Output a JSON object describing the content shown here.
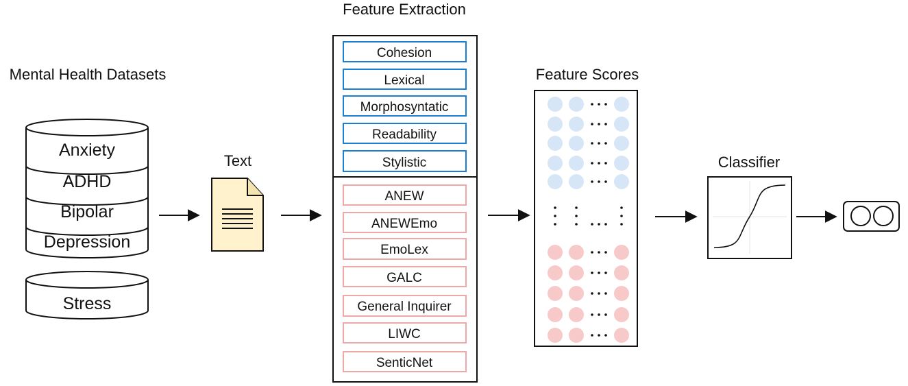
{
  "titles": {
    "datasets": "Mental Health Datasets",
    "text": "Text",
    "extraction": "Feature Extraction",
    "scores": "Feature Scores",
    "classifier": "Classifier"
  },
  "datasets": {
    "group": [
      "Anxiety",
      "ADHD",
      "Bipolar",
      "Depression"
    ],
    "single": "Stress"
  },
  "features": {
    "linguistic": [
      "Cohesion",
      "Lexical",
      "Morphosyntatic",
      "Readability",
      "Stylistic"
    ],
    "lexicon": [
      "ANEW",
      "ANEWEmo",
      "EmoLex",
      "GALC",
      "General Inquirer",
      "LIWC",
      "SenticNet"
    ]
  },
  "colors": {
    "linguistic_border": "#1a7fd4",
    "lexicon_border": "#f0a7a7",
    "document_fill": "#fff2cc",
    "score_blue": "#d6e6f7",
    "score_red": "#f7c9c9"
  },
  "icons": {
    "document": "document-icon",
    "classifier_curve": "sigmoid-curve-icon",
    "output": "binary-output-icon"
  }
}
